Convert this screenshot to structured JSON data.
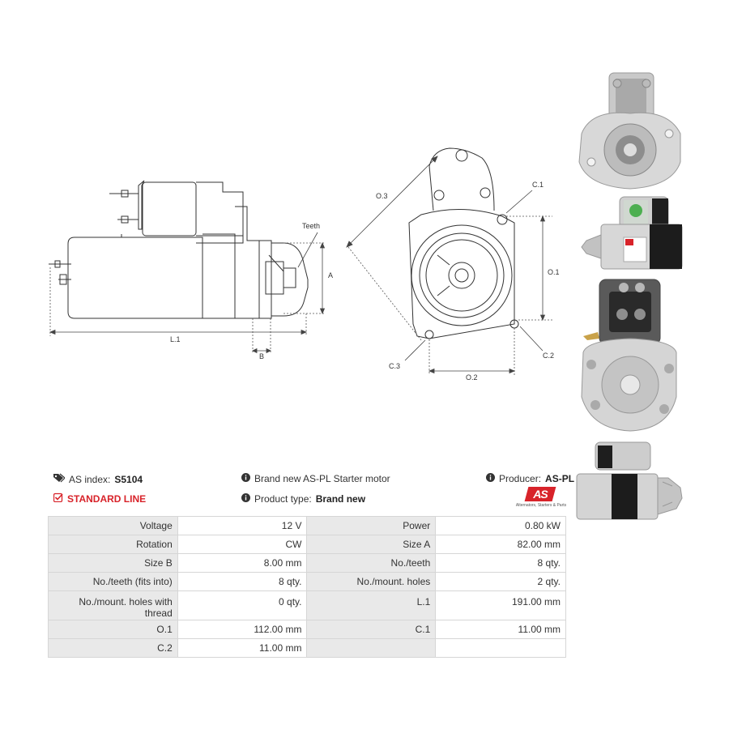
{
  "drawing": {
    "side_labels": {
      "teeth": "Teeth",
      "a": "A",
      "l1": "L.1",
      "b": "B"
    },
    "front_labels": {
      "o3": "O.3",
      "c1": "C.1",
      "o1": "O.1",
      "c2": "C.2",
      "c3": "C.3",
      "o2": "O.2"
    }
  },
  "info": {
    "as_index_label": "AS index:",
    "as_index_value": "S5104",
    "standard_line": "STANDARD LINE",
    "description": "Brand new AS-PL Starter motor",
    "product_type_label": "Product type:",
    "product_type_value": "Brand new",
    "producer_label": "Producer:",
    "producer_value": "AS-PL",
    "logo_text": "AS",
    "logo_tagline": "Alternators, Starters & Parts"
  },
  "specs": [
    {
      "l1": "Voltage",
      "v1": "12 V",
      "l2": "Power",
      "v2": "0.80 kW"
    },
    {
      "l1": "Rotation",
      "v1": "CW",
      "l2": "Size A",
      "v2": "82.00 mm"
    },
    {
      "l1": "Size B",
      "v1": "8.00 mm",
      "l2": "No./teeth",
      "v2": "8 qty."
    },
    {
      "l1": "No./teeth (fits into)",
      "v1": "8 qty.",
      "l2": "No./mount. holes",
      "v2": "2 qty."
    },
    {
      "l1": "No./mount. holes with thread",
      "v1": "0 qty.",
      "l2": "L.1",
      "v2": "191.00 mm"
    },
    {
      "l1": "O.1",
      "v1": "112.00 mm",
      "l2": "C.1",
      "v2": "11.00 mm"
    },
    {
      "l1": "C.2",
      "v1": "11.00 mm",
      "l2": "",
      "v2": ""
    }
  ],
  "colors": {
    "accent_red": "#d8232a",
    "label_bg": "#e9e9e9",
    "border": "#d6d6d6"
  },
  "icons": {
    "tag": "tag-icon",
    "check": "checkbox-icon",
    "info": "info-icon"
  }
}
